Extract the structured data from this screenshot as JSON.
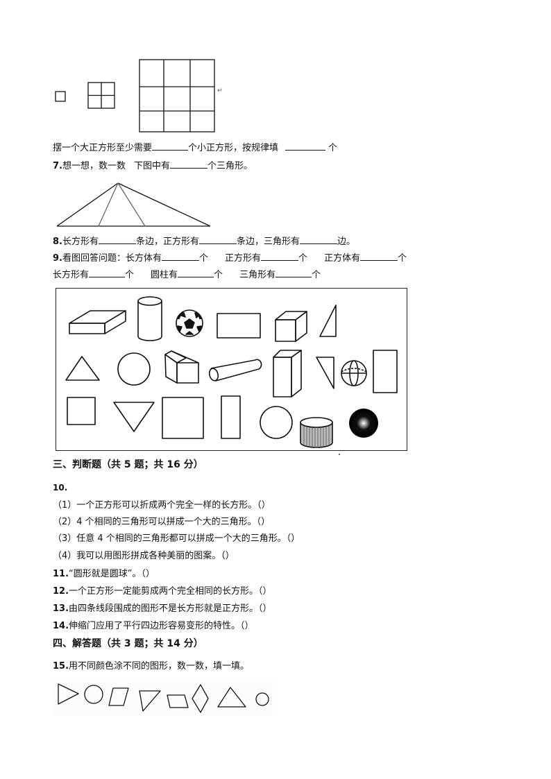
{
  "q6": {
    "prefix": "摆一个大正方形至少需要",
    "mid": "个小正方形，按规律填",
    "suffix": "个",
    "figures": [
      "1x1-square",
      "2x2-square-grid",
      "3x3-square-grid"
    ]
  },
  "q7": {
    "number": "7.",
    "text_a": "想一想，数一数",
    "text_b": "下图中有",
    "suffix": "个三角形。"
  },
  "q8": {
    "number": "8.",
    "part1": "长方形有",
    "part1_end": "条边，正方形有",
    "part2_end": "条边，三角形有",
    "part3_end": "边。"
  },
  "q9": {
    "number": "9.",
    "intro": "看图回答问题：",
    "items_row1": [
      {
        "label": "长方体有",
        "unit": "个"
      },
      {
        "label": "正方形有",
        "unit": "个"
      },
      {
        "label": "正方体有",
        "unit": "个"
      }
    ],
    "items_row2": [
      {
        "label": "长方形有",
        "unit": "个"
      },
      {
        "label": "圆柱有",
        "unit": "个"
      },
      {
        "label": "三角形有",
        "unit": "个"
      }
    ],
    "figure_shapes": {
      "row1": [
        "cuboid-flat",
        "cylinder-upright",
        "soccer-ball",
        "rectangle",
        "cube",
        "right-triangle"
      ],
      "row2": [
        "triangle",
        "circle",
        "cube",
        "cylinder-lying",
        "cuboid-tall",
        "triangle-inverted-right",
        "globe-sphere",
        "rectangle-tall"
      ],
      "row3": [
        "square",
        "triangle-inverted",
        "square-large",
        "rectangle-narrow",
        "circle",
        "cylinder-shaded",
        "sphere-dark"
      ]
    }
  },
  "section3": {
    "title": "三、判断题（共 5 题；共 16 分）"
  },
  "q10": {
    "number": "10.",
    "items": [
      "（1）一个正方形可以折成两个完全一样的长方形。（）",
      "（2）4 个相同的三角形可以拼成一个大的三角形。（）",
      "（3）任意 4 个相同的三角形都可以拼成一个大的三角形。（）",
      "（4）我可以用图形拼成各种美丽的图案。（）"
    ]
  },
  "q11": {
    "number": "11.",
    "text": "“圆形就是圆球”。（）"
  },
  "q12": {
    "number": "12.",
    "text": "一个正方形一定能剪成两个完全相同的长方形。（）"
  },
  "q13": {
    "number": "13.",
    "text": "由四条线段围成的图形不是长方形就是正方形。（）"
  },
  "q14": {
    "number": "14.",
    "text": "伸缩门应用了平行四边形容易变形的特性。（）"
  },
  "section4": {
    "title": "四、解答题（共 3 题；共 14 分）"
  },
  "q15": {
    "number": "15.",
    "text": "用不同颜色涂不同的图形，数一数，填一填。",
    "figure_shapes": [
      "triangle-right-pointing",
      "circle",
      "parallelogram",
      "triangle-inverted",
      "parallelogram-flat",
      "rhombus",
      "triangle",
      "circle-small"
    ]
  }
}
